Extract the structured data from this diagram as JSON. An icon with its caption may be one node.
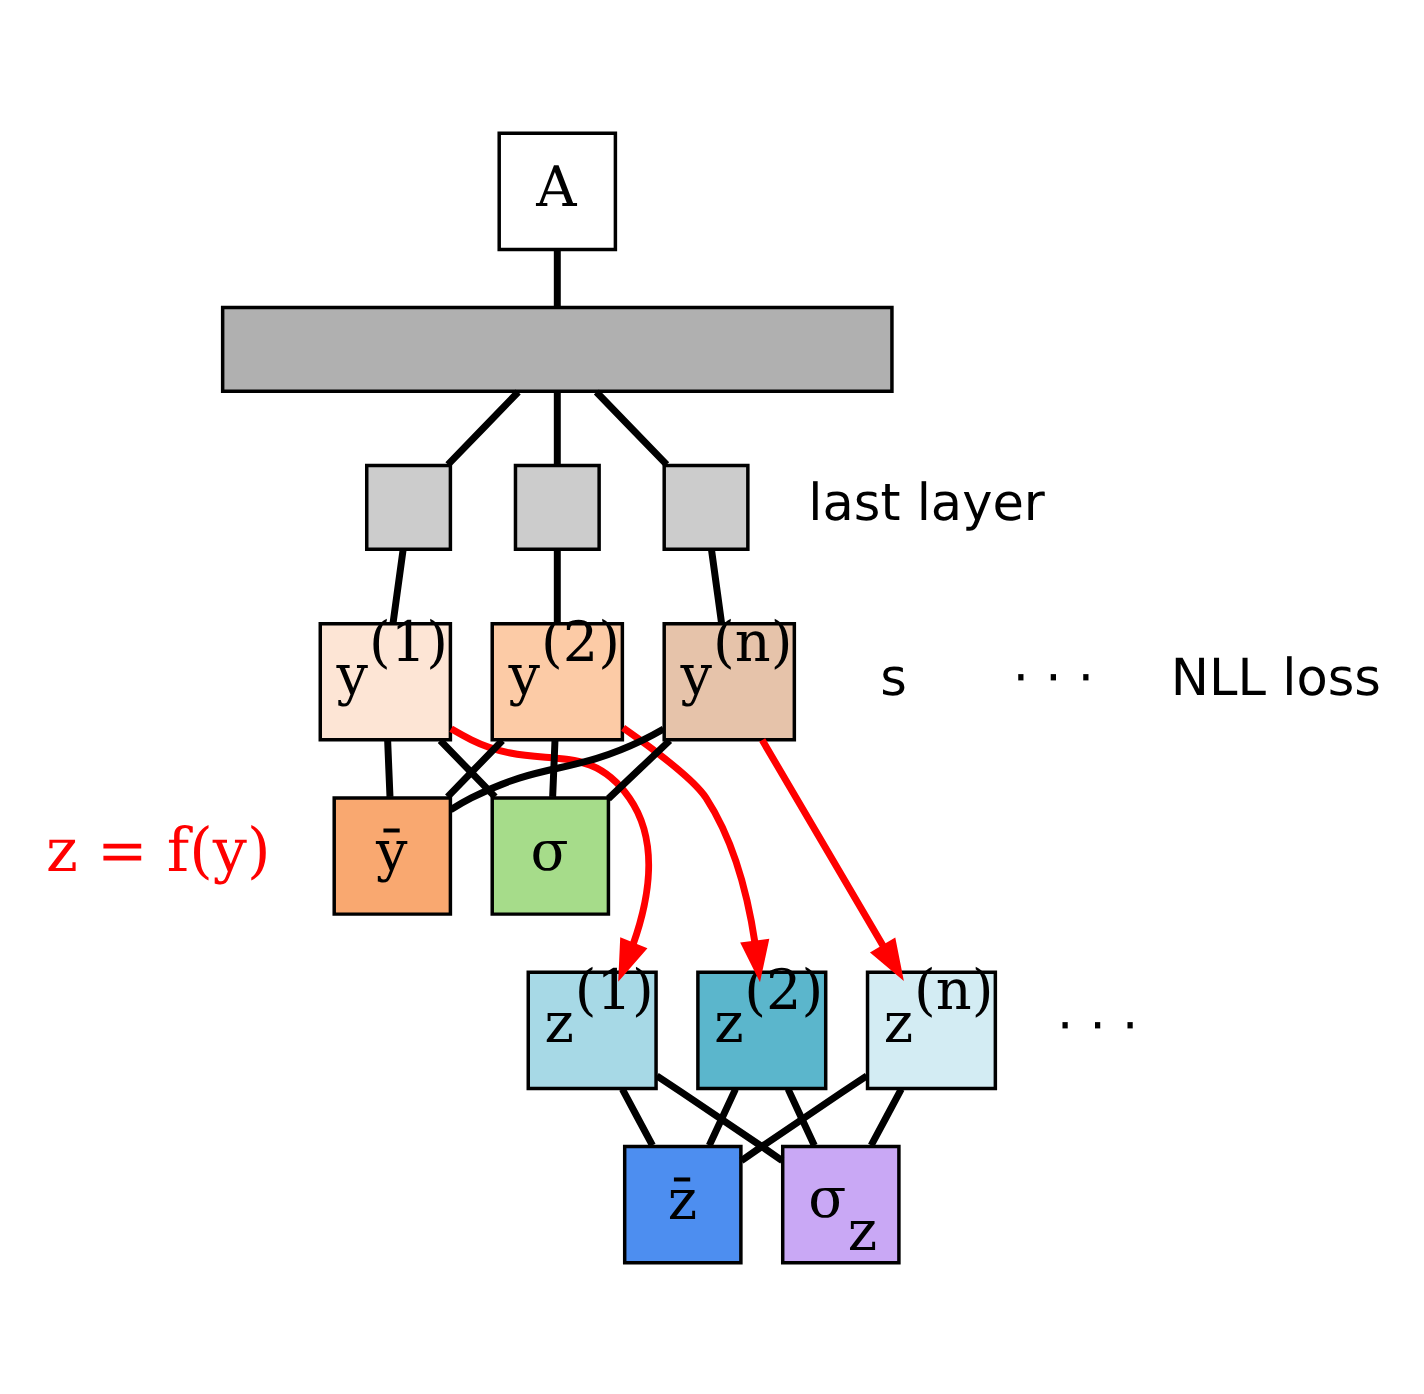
{
  "diagram": {
    "nodes": [
      {
        "text": [
          "A"
        ]
      },
      {
        "text": [],
        "shape": "bar"
      },
      {
        "text": [],
        "shape": "box"
      },
      {
        "text": [],
        "shape": "box"
      },
      {
        "text": [],
        "shape": "box"
      },
      {
        "text": [
          "y$^{(1)}$"
        ]
      },
      {
        "text": [
          "y$^{(2)}$"
        ]
      },
      {
        "text": [
          "y$^{(n)}$"
        ]
      },
      {
        "text": [
          "ȳ"
        ]
      },
      {
        "text": [
          "σ"
        ]
      },
      {
        "text": [
          "z$^{(1)}$"
        ]
      },
      {
        "text": [
          "z$^{(2)}$"
        ]
      },
      {
        "text": [
          "z$^{(n)}$"
        ]
      },
      {
        "text": [
          "z̄"
        ]
      },
      {
        "text": [
          "σ$_{z}$"
        ]
      }
    ],
    "edges": [
      {
        "from": 0,
        "to": 1,
        "arrow": "none"
      },
      {
        "from": 1,
        "to": 2,
        "arrow": "none"
      },
      {
        "from": 1,
        "to": 3,
        "arrow": "none"
      },
      {
        "from": 1,
        "to": 4,
        "arrow": "none"
      },
      {
        "from": 2,
        "to": 5,
        "arrow": "none"
      },
      {
        "from": 3,
        "to": 6,
        "arrow": "none"
      },
      {
        "from": 4,
        "to": 7,
        "arrow": "none"
      },
      {
        "from": 5,
        "to": 8,
        "arrow": "none"
      },
      {
        "from": 6,
        "to": 8,
        "arrow": "none"
      },
      {
        "from": 7,
        "to": 8,
        "arrow": "none"
      },
      {
        "from": 5,
        "to": 9,
        "arrow": "none"
      },
      {
        "from": 6,
        "to": 9,
        "arrow": "none"
      },
      {
        "from": 7,
        "to": 9,
        "arrow": "none"
      },
      {
        "from": 5,
        "to": 10,
        "arrow": "to",
        "color": "#ff0000"
      },
      {
        "from": 6,
        "to": 11,
        "arrow": "to",
        "color": "#ff0000"
      },
      {
        "from": 7,
        "to": 12,
        "arrow": "to",
        "color": "#ff0000"
      },
      {
        "from": 10,
        "to": 13,
        "arrow": "none"
      },
      {
        "from": 11,
        "to": 13,
        "arrow": "none"
      },
      {
        "from": 12,
        "to": 13,
        "arrow": "none"
      },
      {
        "from": 10,
        "to": 14,
        "arrow": "none"
      },
      {
        "from": 11,
        "to": 14,
        "arrow": "none"
      },
      {
        "from": 12,
        "to": 14,
        "arrow": "none"
      }
    ],
    "labels": [
      "last layer",
      "s",
      "NLL loss",
      "· · ·",
      "z = f(y)",
      "· · ·"
    ]
  }
}
